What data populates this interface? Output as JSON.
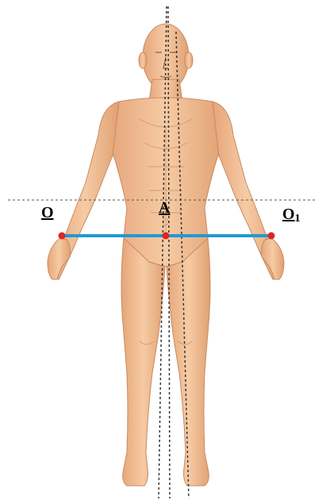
{
  "labels": {
    "point_o": "O",
    "point_a": "A",
    "point_o1_main": "O",
    "point_o1_sub": "1"
  },
  "colors": {
    "skin": "#efb98e",
    "skin_shadow": "#d8946a",
    "segment": "#1f9ad6",
    "point": "#e02424",
    "guide": "#555555"
  }
}
